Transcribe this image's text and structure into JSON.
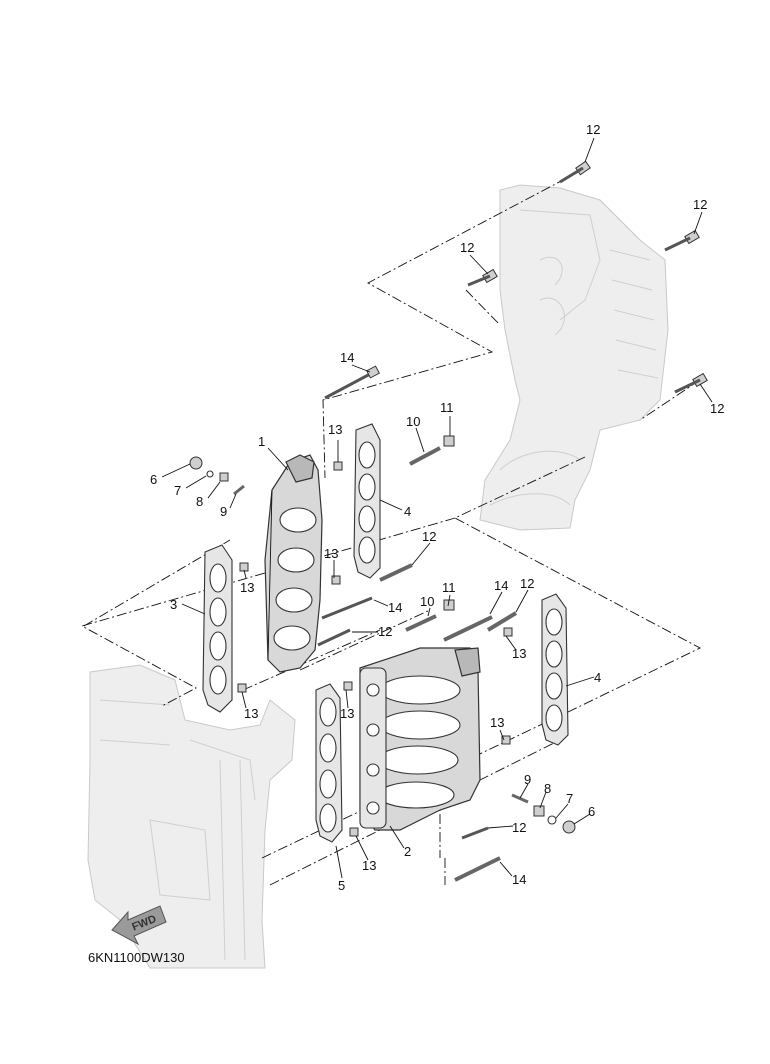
{
  "diagram_code": "6KN1100DW130",
  "fwd_label": "FWD",
  "callouts": {
    "c1": "1",
    "c2": "2",
    "c3": "3",
    "c4a": "4",
    "c4b": "4",
    "c5": "5",
    "c6a": "6",
    "c6b": "6",
    "c7a": "7",
    "c7b": "7",
    "c8a": "8",
    "c8b": "8",
    "c9a": "9",
    "c9b": "9",
    "c10a": "10",
    "c10b": "10",
    "c11a": "11",
    "c11b": "11",
    "c12a": "12",
    "c12b": "12",
    "c12c": "12",
    "c12d": "12",
    "c12e": "12",
    "c12f": "12",
    "c12g": "12",
    "c12h": "12",
    "c13a": "13",
    "c13b": "13",
    "c13c": "13",
    "c13d": "13",
    "c13e": "13",
    "c13f": "13",
    "c13g": "13",
    "c13h": "13",
    "c14a": "14",
    "c14b": "14",
    "c14c": "14",
    "c14d": "14"
  },
  "icons": {
    "fwd_arrow": "fwd-arrow-icon"
  }
}
